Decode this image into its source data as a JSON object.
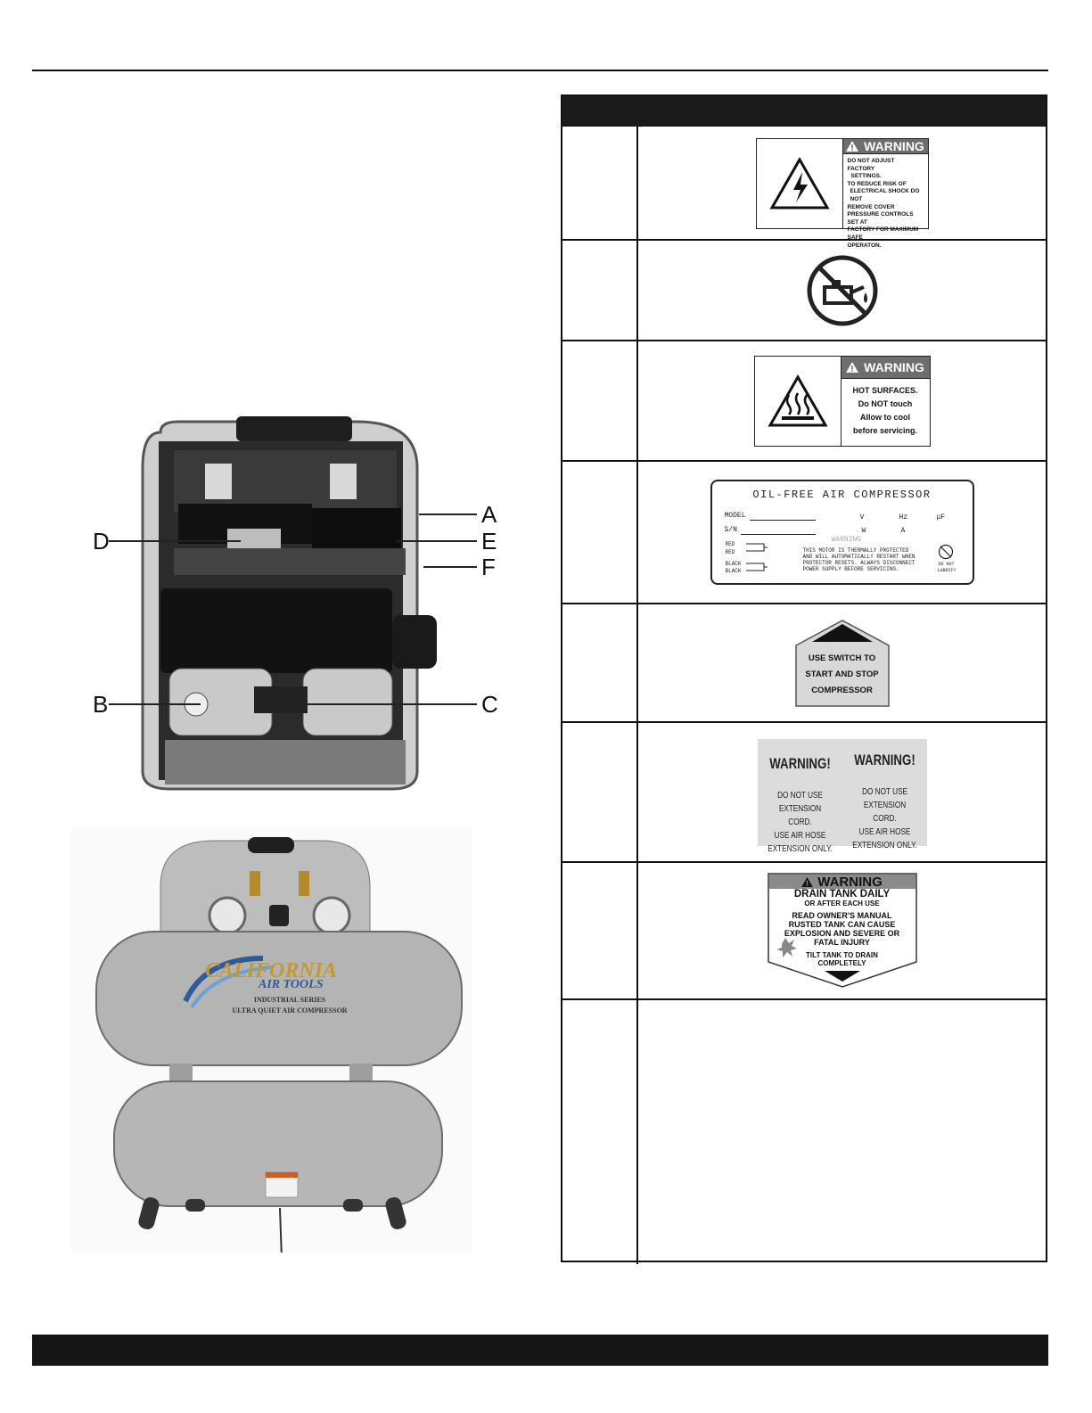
{
  "figure_callouts": [
    "A",
    "B",
    "C",
    "D",
    "E",
    "F"
  ],
  "compressor_brand": {
    "logo": "CALIFORNIA",
    "logo_sub": "AIR TOOLS",
    "line1": "INDUSTRIAL SERIES",
    "line2": "ULTRA QUIET AIR COMPRESSOR"
  },
  "labels": {
    "electrical": {
      "heading": "WARNING",
      "lines": [
        "DO NOT ADJUST FACTORY",
        "SETTINGS.",
        "TO REDUCE RISK OF",
        "ELECTRICAL SHOCK DO NOT",
        "REMOVE COVER",
        "PRESSURE CONTROLS SET AT",
        "FACTORY FOR MAXIMUM SAFE",
        "OPERATON."
      ]
    },
    "no_oil": {
      "icon": "no-oil-icon"
    },
    "hot_surface": {
      "heading": "WARNING",
      "lines": [
        "HOT SURFACES.",
        "Do NOT touch",
        "Allow to cool",
        "before servicing."
      ]
    },
    "nameplate": {
      "title": "OIL-FREE AIR COMPRESSOR",
      "model": "MODEL",
      "sn": "S/N",
      "v": "V",
      "hz": "Hz",
      "uf": "μF",
      "w": "W",
      "a": "A",
      "warning": "WARNING",
      "wires": [
        "RED",
        "RED",
        "BLACK",
        "BLACK"
      ],
      "notice": [
        "THIS MOTOR IS THERMALLY PROTECTED",
        "AND WILL AUTOMATICALLY RESTART WHEN",
        "PROTECTOR RESETS. ALWAYS DISCONNECT",
        "POWER SUPPLY BEFORE SERVICING."
      ],
      "lubricate": [
        "DO NOT",
        "LUBRIFY"
      ]
    },
    "switch": {
      "lines": [
        "USE SWITCH TO",
        "START AND STOP",
        "COMPRESSOR"
      ]
    },
    "extension": {
      "heading": "WARNING!",
      "lines": [
        "DO NOT USE EXTENSION CORD.",
        "USE AIR HOSE",
        "EXTENSION ONLY."
      ]
    },
    "drain": {
      "heading": "WARNING",
      "line1": "DRAIN TANK DAILY",
      "line2": "OR AFTER EACH USE",
      "line3": [
        "READ OWNER'S MANUAL",
        "RUSTED TANK CAN CAUSE",
        "EXPLOSION AND SEVERE OR",
        "FATAL INJURY"
      ],
      "line4": [
        "TILT TANK TO DRAIN",
        "COMPLETELY"
      ]
    }
  },
  "colors": {
    "bar": "#161616",
    "label_gray": "#6e6e6e",
    "tank": "#b4b4b4"
  }
}
